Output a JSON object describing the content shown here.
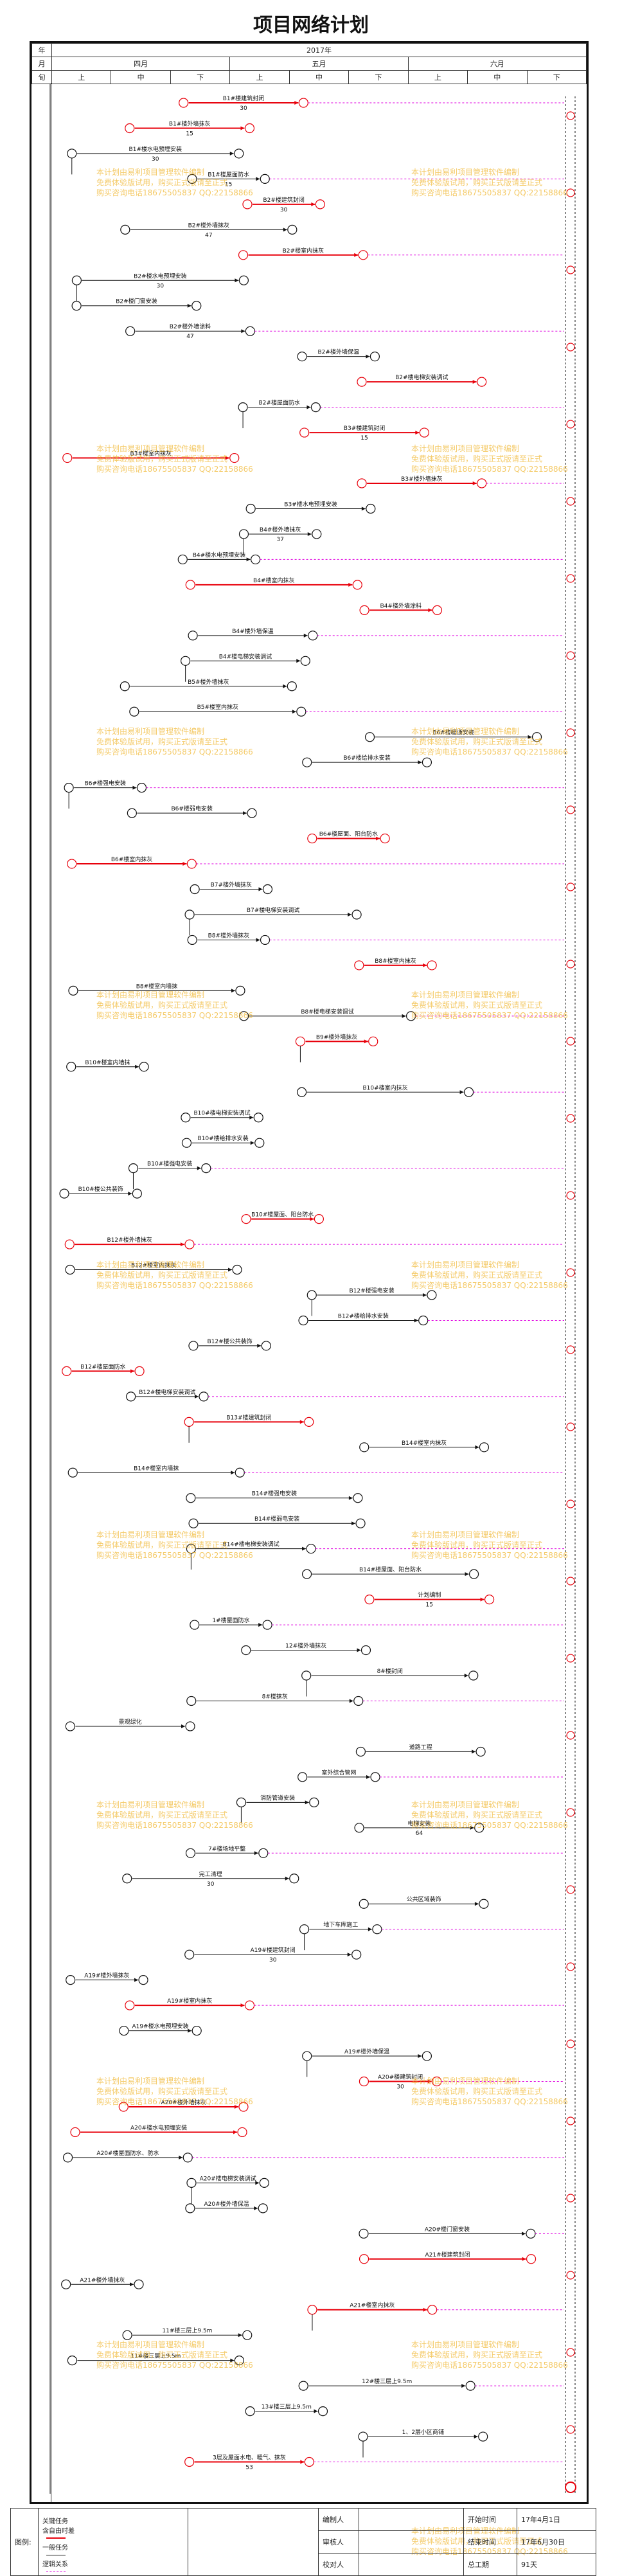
{
  "page": {
    "title": "项目网络计划"
  },
  "header": {
    "year": "2017年",
    "row_label_year": "年",
    "row_label_month": "月",
    "row_label_xun": "旬",
    "months": [
      "四月",
      "五月",
      "六月"
    ],
    "periods": [
      "上",
      "中",
      "下",
      "上",
      "中",
      "下",
      "上",
      "中",
      "下"
    ]
  },
  "colors": {
    "critical": "#e8000b",
    "normal": "#111111",
    "logic": "#e000e0",
    "extra": "#00b000",
    "watermark": "#f0b428"
  },
  "watermark_lines": [
    "本计划由易利项目管理软件编制",
    "免费体验版试用，购买正式版请至正式",
    "购买咨询电话18675505837 QQ:22158866"
  ],
  "tasks": [
    {
      "id": "t01",
      "label": "B1#楼建筑封闭",
      "dur": "30",
      "kind": "critical"
    },
    {
      "id": "t02",
      "label": "B1#楼外墙抹灰",
      "dur": "15",
      "kind": "critical"
    },
    {
      "id": "t03",
      "label": "B1#楼水电预埋安装",
      "dur": "30",
      "kind": "normal"
    },
    {
      "id": "t04",
      "label": "B1#楼屋面防水",
      "dur": "15",
      "kind": "normal"
    },
    {
      "id": "t05",
      "label": "B2#楼建筑封闭",
      "dur": "30",
      "kind": "critical"
    },
    {
      "id": "t06",
      "label": "B2#楼外墙抹灰",
      "dur": "47",
      "kind": "normal"
    },
    {
      "id": "t07",
      "label": "B2#楼室内抹灰",
      "dur": "",
      "kind": "critical"
    },
    {
      "id": "t08",
      "label": "B2#楼水电预埋安装",
      "dur": "30",
      "kind": "normal"
    },
    {
      "id": "t09",
      "label": "B2#楼门窗安装",
      "dur": "",
      "kind": "normal"
    },
    {
      "id": "t10",
      "label": "B2#楼外墙涂料",
      "dur": "47",
      "kind": "normal"
    },
    {
      "id": "t11",
      "label": "B2#楼外墙保温",
      "dur": "",
      "kind": "normal"
    },
    {
      "id": "t12",
      "label": "B2#楼电梯安装调试",
      "dur": "",
      "kind": "critical"
    },
    {
      "id": "t13",
      "label": "B2#楼屋面防水",
      "dur": "",
      "kind": "normal"
    },
    {
      "id": "t14",
      "label": "B3#楼建筑封闭",
      "dur": "15",
      "kind": "critical"
    },
    {
      "id": "t15",
      "label": "B3#楼室内抹灰",
      "dur": "",
      "kind": "critical"
    },
    {
      "id": "t16",
      "label": "B3#楼外墙抹灰",
      "dur": "",
      "kind": "critical"
    },
    {
      "id": "t17",
      "label": "B3#楼水电预埋安装",
      "dur": "",
      "kind": "normal"
    },
    {
      "id": "t18",
      "label": "B4#楼外墙抹灰",
      "dur": "37",
      "kind": "normal"
    },
    {
      "id": "t19",
      "label": "B4#楼水电预埋安装",
      "dur": "",
      "kind": "normal"
    },
    {
      "id": "t20",
      "label": "B4#楼室内抹灰",
      "dur": "",
      "kind": "critical"
    },
    {
      "id": "t21",
      "label": "B4#楼外墙涂料",
      "dur": "",
      "kind": "critical"
    },
    {
      "id": "t22",
      "label": "B4#楼外墙保温",
      "dur": "",
      "kind": "normal"
    },
    {
      "id": "t23",
      "label": "B4#楼电梯安装调试",
      "dur": "",
      "kind": "normal"
    },
    {
      "id": "t24",
      "label": "B5#楼外墙抹灰",
      "dur": "",
      "kind": "normal"
    },
    {
      "id": "t25",
      "label": "B5#楼室内抹灰",
      "dur": "",
      "kind": "normal"
    },
    {
      "id": "t26",
      "label": "B6#楼暖通安装",
      "dur": "",
      "kind": "normal"
    },
    {
      "id": "t27",
      "label": "B6#楼给排水安装",
      "dur": "",
      "kind": "normal"
    },
    {
      "id": "t28",
      "label": "B6#楼强电安装",
      "dur": "",
      "kind": "normal"
    },
    {
      "id": "t29",
      "label": "B6#楼弱电安装",
      "dur": "",
      "kind": "normal"
    },
    {
      "id": "t30",
      "label": "B6#楼屋面、阳台防水",
      "dur": "",
      "kind": "critical"
    },
    {
      "id": "t31",
      "label": "B6#楼室内抹灰",
      "dur": "",
      "kind": "critical"
    },
    {
      "id": "t32",
      "label": "B7#楼外墙抹灰",
      "dur": "",
      "kind": "normal"
    },
    {
      "id": "t33",
      "label": "B7#楼电梯安装调试",
      "dur": "",
      "kind": "normal"
    },
    {
      "id": "t34",
      "label": "B8#楼外墙抹灰",
      "dur": "",
      "kind": "normal"
    },
    {
      "id": "t35",
      "label": "B8#楼室内抹灰",
      "dur": "",
      "kind": "critical"
    },
    {
      "id": "t36",
      "label": "B8#楼室内墙抹",
      "dur": "",
      "kind": "normal"
    },
    {
      "id": "t37",
      "label": "B8#楼电梯安装调试",
      "dur": "",
      "kind": "normal"
    },
    {
      "id": "t38",
      "label": "B9#楼外墙抹灰",
      "dur": "",
      "kind": "critical"
    },
    {
      "id": "t39",
      "label": "B10#楼室内墙抹",
      "dur": "",
      "kind": "normal"
    },
    {
      "id": "t40",
      "label": "B10#楼室内抹灰",
      "dur": "",
      "kind": "normal"
    },
    {
      "id": "t41",
      "label": "B10#楼电梯安装调试",
      "dur": "",
      "kind": "normal"
    },
    {
      "id": "t42",
      "label": "B10#楼给排水安装",
      "dur": "",
      "kind": "normal"
    },
    {
      "id": "t43",
      "label": "B10#楼强电安装",
      "dur": "",
      "kind": "normal"
    },
    {
      "id": "t44",
      "label": "B10#楼公共装饰",
      "dur": "",
      "kind": "normal"
    },
    {
      "id": "t45",
      "label": "B10#楼屋面、阳台防水",
      "dur": "",
      "kind": "critical"
    },
    {
      "id": "t46",
      "label": "B12#楼外墙抹灰",
      "dur": "",
      "kind": "critical"
    },
    {
      "id": "t47",
      "label": "B12#楼室内抹灰",
      "dur": "",
      "kind": "normal"
    },
    {
      "id": "t48",
      "label": "B12#楼强电安装",
      "dur": "",
      "kind": "normal"
    },
    {
      "id": "t49",
      "label": "B12#楼给排水安装",
      "dur": "",
      "kind": "normal"
    },
    {
      "id": "t50",
      "label": "B12#楼公共装饰",
      "dur": "",
      "kind": "normal"
    },
    {
      "id": "t51",
      "label": "B12#楼屋面防水",
      "dur": "",
      "kind": "critical"
    },
    {
      "id": "t52",
      "label": "B12#楼电梯安装调试",
      "dur": "",
      "kind": "normal"
    },
    {
      "id": "t53",
      "label": "B13#楼建筑封闭",
      "dur": "",
      "kind": "critical"
    },
    {
      "id": "t54",
      "label": "B14#楼室内抹灰",
      "dur": "",
      "kind": "normal"
    },
    {
      "id": "t55",
      "label": "B14#楼室内墙抹",
      "dur": "",
      "kind": "normal"
    },
    {
      "id": "t56",
      "label": "B14#楼强电安装",
      "dur": "",
      "kind": "normal"
    },
    {
      "id": "t57",
      "label": "B14#楼弱电安装",
      "dur": "",
      "kind": "normal"
    },
    {
      "id": "t58",
      "label": "B14#楼电梯安装调试",
      "dur": "",
      "kind": "normal"
    },
    {
      "id": "t59",
      "label": "B14#楼屋面、阳台防水",
      "dur": "",
      "kind": "normal"
    },
    {
      "id": "t60",
      "label": "计划编制",
      "dur": "15",
      "kind": "critical"
    },
    {
      "id": "t61",
      "label": "1#楼屋面防水",
      "dur": "",
      "kind": "normal"
    },
    {
      "id": "t62",
      "label": "12#楼外墙抹灰",
      "dur": "",
      "kind": "normal"
    },
    {
      "id": "t63",
      "label": "8#楼封闭",
      "dur": "",
      "kind": "normal"
    },
    {
      "id": "t64",
      "label": "8#楼抹灰",
      "dur": "",
      "kind": "normal"
    },
    {
      "id": "t65",
      "label": "景观绿化",
      "dur": "",
      "kind": "normal"
    },
    {
      "id": "t66",
      "label": "道路工程",
      "dur": "",
      "kind": "normal"
    },
    {
      "id": "t67",
      "label": "室外综合管网",
      "dur": "",
      "kind": "normal"
    },
    {
      "id": "t68",
      "label": "消防管道安装",
      "dur": "",
      "kind": "normal"
    },
    {
      "id": "t69",
      "label": "电梯安装",
      "dur": "64",
      "kind": "normal"
    },
    {
      "id": "t70",
      "label": "7#楼场地平整",
      "dur": "",
      "kind": "normal"
    },
    {
      "id": "t71",
      "label": "完工清理",
      "dur": "30",
      "kind": "normal"
    },
    {
      "id": "t72",
      "label": "公共区域装饰",
      "dur": "",
      "kind": "normal"
    },
    {
      "id": "t73",
      "label": "地下车库施工",
      "dur": "",
      "kind": "normal"
    },
    {
      "id": "t74",
      "label": "A19#楼建筑封闭",
      "dur": "30",
      "kind": "normal"
    },
    {
      "id": "t75",
      "label": "A19#楼外墙抹灰",
      "dur": "",
      "kind": "normal"
    },
    {
      "id": "t76",
      "label": "A19#楼室内抹灰",
      "dur": "",
      "kind": "critical"
    },
    {
      "id": "t77",
      "label": "A19#楼水电预埋安装",
      "dur": "",
      "kind": "normal"
    },
    {
      "id": "t78",
      "label": "A19#楼外墙保温",
      "dur": "",
      "kind": "normal"
    },
    {
      "id": "t79",
      "label": "A20#楼建筑封闭",
      "dur": "30",
      "kind": "critical"
    },
    {
      "id": "t80",
      "label": "A20#楼外墙抹灰",
      "dur": "",
      "kind": "critical"
    },
    {
      "id": "t81",
      "label": "A20#楼水电预埋安装",
      "dur": "",
      "kind": "critical"
    },
    {
      "id": "t82",
      "label": "A20#楼屋面防水、防水",
      "dur": "",
      "kind": "normal"
    },
    {
      "id": "t83",
      "label": "A20#楼电梯安装调试",
      "dur": "",
      "kind": "normal"
    },
    {
      "id": "t84",
      "label": "A20#楼外墙保温",
      "dur": "",
      "kind": "normal"
    },
    {
      "id": "t85",
      "label": "A20#楼门窗安装",
      "dur": "",
      "kind": "normal"
    },
    {
      "id": "t86",
      "label": "A21#楼建筑封闭",
      "dur": "",
      "kind": "critical"
    },
    {
      "id": "t87",
      "label": "A21#楼外墙抹灰",
      "dur": "",
      "kind": "normal"
    },
    {
      "id": "t88",
      "label": "A21#楼室内抹灰",
      "dur": "",
      "kind": "critical"
    },
    {
      "id": "t89",
      "label": "11#楼三层上9.5m",
      "dur": "",
      "kind": "normal"
    },
    {
      "id": "t90",
      "label": "11#楼三层上9.5m",
      "dur": "",
      "kind": "normal"
    },
    {
      "id": "t91",
      "label": "12#楼三层上9.5m",
      "dur": "",
      "kind": "normal"
    },
    {
      "id": "t92",
      "label": "13#楼三层上9.5m",
      "dur": "",
      "kind": "normal"
    },
    {
      "id": "t93",
      "label": "1、2层小区商铺",
      "dur": "",
      "kind": "normal"
    },
    {
      "id": "t94",
      "label": "3层及屋面水电、暖气、抹灰",
      "dur": "53",
      "kind": "critical"
    }
  ],
  "legend": {
    "label": "图例:",
    "critical_label": "关键任务\n含自由时差",
    "normal_label": "一般任务",
    "logic_label": "逻辑关系",
    "made_by": "编制人",
    "reviewed_by": "审核人",
    "approved_by": "校对人",
    "start_label": "开始时间",
    "start_value": "17年4月1日",
    "end_label": "结束时间",
    "end_value": "17年6月30日",
    "duration_label": "总工期",
    "duration_value": "91天"
  }
}
